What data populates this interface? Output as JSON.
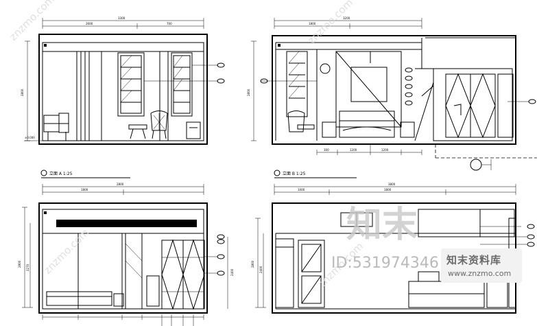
{
  "captions": {
    "view_a": "立面 A 1:25",
    "view_b": "立面 B 1:25"
  },
  "watermark": {
    "logo_text": "知末",
    "id_text": "ID:531974346",
    "diagonal_text": "znzmo.com",
    "brand_cn": "知末资料库",
    "brand_url": "www.znzmo.com"
  },
  "dimensions": {
    "a_top_total": "3300",
    "a_top_1": "2600",
    "a_top_2": "700",
    "b_top_total": "3200",
    "b_top_1": "1800",
    "a_height": "2800",
    "b_height": "2800",
    "b_bottom_1": "300",
    "b_bottom_2": "1200",
    "b_bottom_3": "1200",
    "c_top_total": "2800",
    "c_top_1": "1800",
    "c_height_1": "2800",
    "c_height_2": "2270",
    "d_top_total": "3800",
    "d_top_1": "1000",
    "d_top_2": "1800",
    "d_height_1": "2800",
    "d_height_2": "2400"
  },
  "colors": {
    "line": "#000000",
    "watermark": "#c8c8c8",
    "brand_bg": "#f2f2f2"
  }
}
